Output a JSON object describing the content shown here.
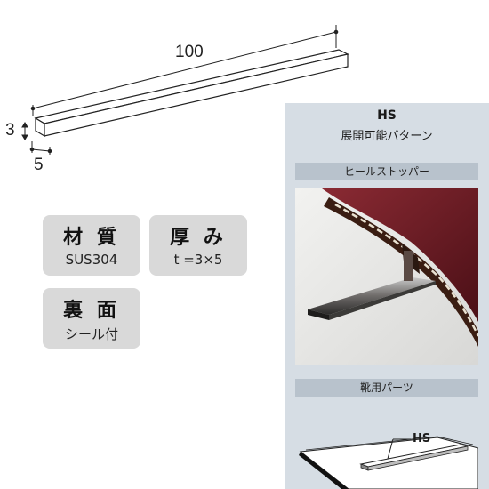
{
  "dimensions": {
    "length": "100",
    "height": "3",
    "width": "5"
  },
  "specs": [
    {
      "title": "材 質",
      "value": "SUS304"
    },
    {
      "title": "厚 み",
      "value": "t =3×5"
    },
    {
      "title": "裏 面",
      "value": "シール付"
    }
  ],
  "panel": {
    "code": "HS",
    "subtitle": "展開可能パターン",
    "section1_label": "ヒールストッパー",
    "section2_label": "靴用パーツ",
    "callout": "HS"
  },
  "colors": {
    "panel_bg": "#d6dde4",
    "label_bg": "#b8c2cc",
    "badge_bg": "#d9d9d9",
    "shoe_red": "#6b1a22"
  }
}
